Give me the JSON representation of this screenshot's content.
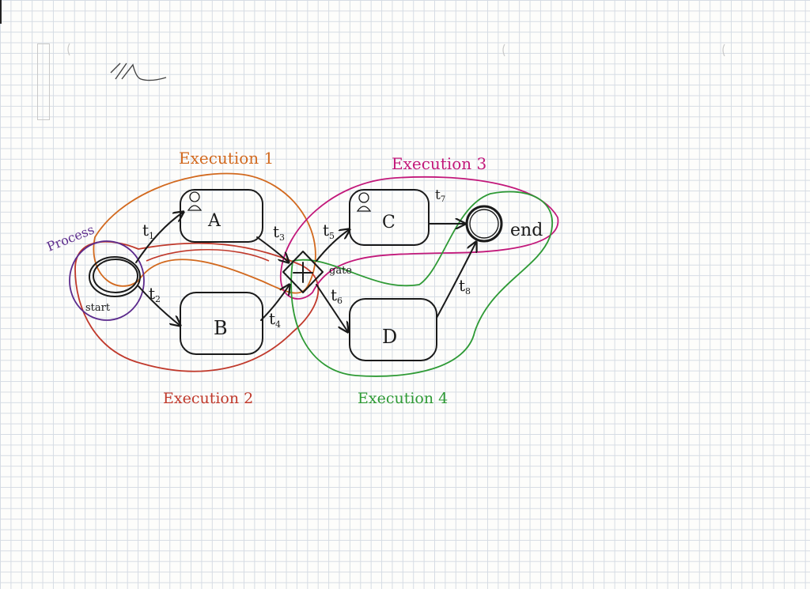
{
  "diagram": {
    "nodes": {
      "start": "start",
      "task_a": "A",
      "task_b": "B",
      "gateway": "+",
      "gateway_label": "gate",
      "task_c": "C",
      "task_d": "D",
      "end": "end"
    },
    "transitions": {
      "t1": "t",
      "t1_sub": "1",
      "t2": "t",
      "t2_sub": "2",
      "t3": "t",
      "t3_sub": "3",
      "t4": "t",
      "t4_sub": "4",
      "t5": "t",
      "t5_sub": "5",
      "t6": "t",
      "t6_sub": "6",
      "t7": "t",
      "t7_sub": "7",
      "t8": "t",
      "t8_sub": "8"
    },
    "regions": {
      "process": "Process",
      "execution1": "Execution 1",
      "execution2": "Execution 2",
      "execution3": "Execution 3",
      "execution4": "Execution 4"
    },
    "signature": "ulh"
  },
  "colors": {
    "process": "#5b2a8c",
    "execution1": "#d2691e",
    "execution2": "#c0392b",
    "execution3": "#c2187a",
    "execution4": "#2e9a35",
    "ink": "#1a1a1a"
  },
  "icons": [
    "user-icon-task-a",
    "user-icon-task-c",
    "plus-gateway-icon",
    "arrow-head"
  ]
}
